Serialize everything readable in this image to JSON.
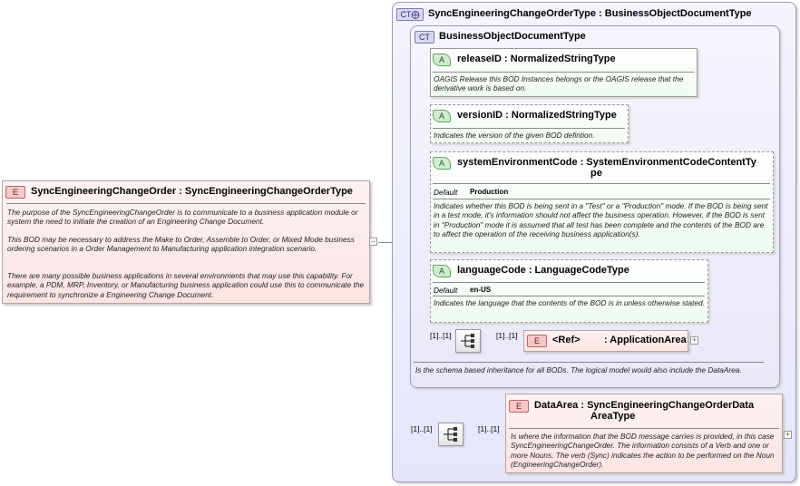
{
  "root": {
    "badge": "E",
    "title": "SyncEngineeringChangeOrder : SyncEngineeringChangeOrderType",
    "desc1": "The purpose of the SyncEngineeringChangeOrder is to communicate to a business application module or system the need to initiate the creation of an Engineering Change Document.",
    "desc2": "This BOD may be necessary to address the Make to Order, Assemble to Order, or Mixed Mode business ordering scenarios in a Order Management to Manufacturing application integration scenario.",
    "desc3": "There are many possible business applications in several environments that may use this capability. For example, a PDM, MRP, Inventory, or Manufacturing business application could use this to communicate the requirement to synchronize a Engineering Change Document."
  },
  "outer_type": {
    "badge": "CT",
    "title": "SyncEngineeringChangeOrderType : BusinessObjectDocumentType"
  },
  "inner_type": {
    "badge": "CT",
    "title": "BusinessObjectDocumentType",
    "desc": "Is the schema based inheritance for all BODs. The logical model would also include the DataArea."
  },
  "attributes": [
    {
      "badge": "A",
      "title": "releaseID : NormalizedStringType",
      "desc": "OAGIS Release this BOD Instances belongs or the OAGIS release that the derivative work is based on."
    },
    {
      "badge": "A",
      "title": "versionID : NormalizedStringType",
      "desc": "Indicates the version of the given BOD defintion."
    },
    {
      "badge": "A",
      "title_line1": "systemEnvironmentCode : SystemEnvironmentCodeContentTy",
      "title_line2": "pe",
      "default_label": "Default",
      "default_value": "Production",
      "desc": "Indicates whether this BOD is being sent in a \"Test\" or a \"Production\" mode. If the BOD is being sent in a test mode, it's information should not affect the business operation. However, if the BOD is sent in \"Production\" mode it is assumed that all test has been complete and the contents of the BOD are to affect the operation of the receiving business application(s)."
    },
    {
      "badge": "A",
      "title": "languageCode : LanguageCodeType",
      "default_label": "Default",
      "default_value": "en-US",
      "desc": "Indicates the language that the contents of the BOD is in unless otherwise stated."
    }
  ],
  "sequence1": {
    "card_left": "[1]..[1]",
    "card_right": "[1]..[1]"
  },
  "application_area": {
    "badge": "E",
    "label": "<Ref>",
    "title": ": ApplicationArea"
  },
  "sequence2": {
    "card_left": "[1]..[1]",
    "card_right": "[1]..[1]"
  },
  "data_area": {
    "badge": "E",
    "title_line1": "DataArea : SyncEngineeringChangeOrderData",
    "title_line2": "AreaType",
    "desc": "Is where the information that the BOD message carries is provided, in this case SyncEngineeringChangeOrder. The information consists of a Verb and one or more Nouns. The verb (Sync) indicates the action to be performed on the Noun (EngineeringChangeOrder)."
  },
  "icons": {
    "collapse": "minus-icon",
    "expand": "plus-icon",
    "sequence": "sequence-icon"
  }
}
